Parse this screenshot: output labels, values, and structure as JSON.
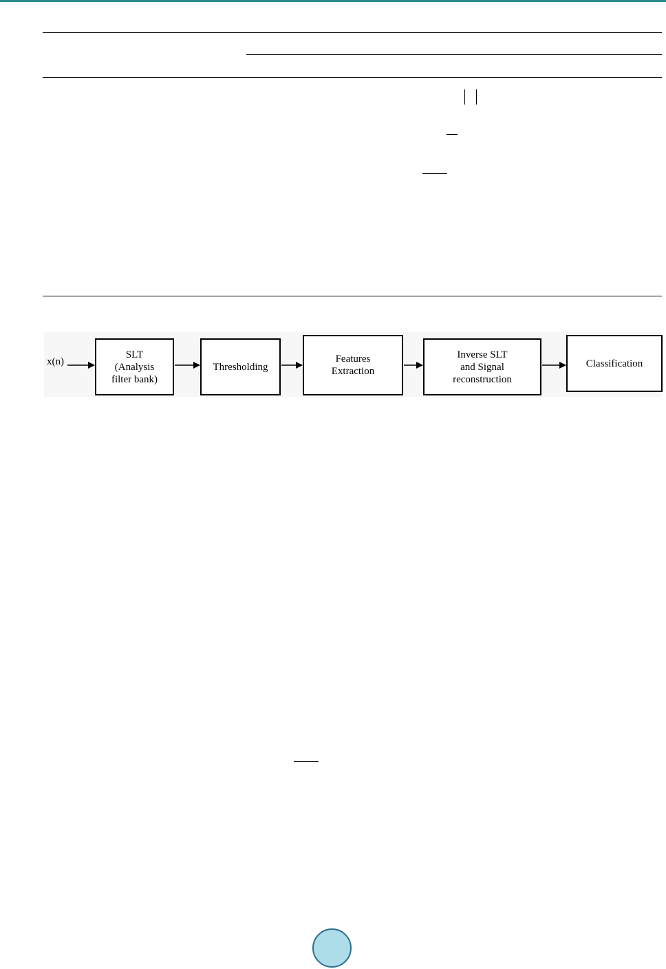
{
  "colors": {
    "header_rule": "#2b8a8a",
    "page_badge_fill": "#acdde8",
    "page_badge_stroke": "#2b6f8a"
  },
  "figure": {
    "input_label": "x(n)",
    "blocks": [
      {
        "label": "SLT\n(Analysis\nfilter bank)"
      },
      {
        "label": "Thresholding"
      },
      {
        "label": "Features\nExtraction"
      },
      {
        "label": "Inverse SLT\nand Signal\nreconstruction"
      },
      {
        "label": "Classification"
      }
    ]
  },
  "page_badge": {
    "number": ""
  }
}
